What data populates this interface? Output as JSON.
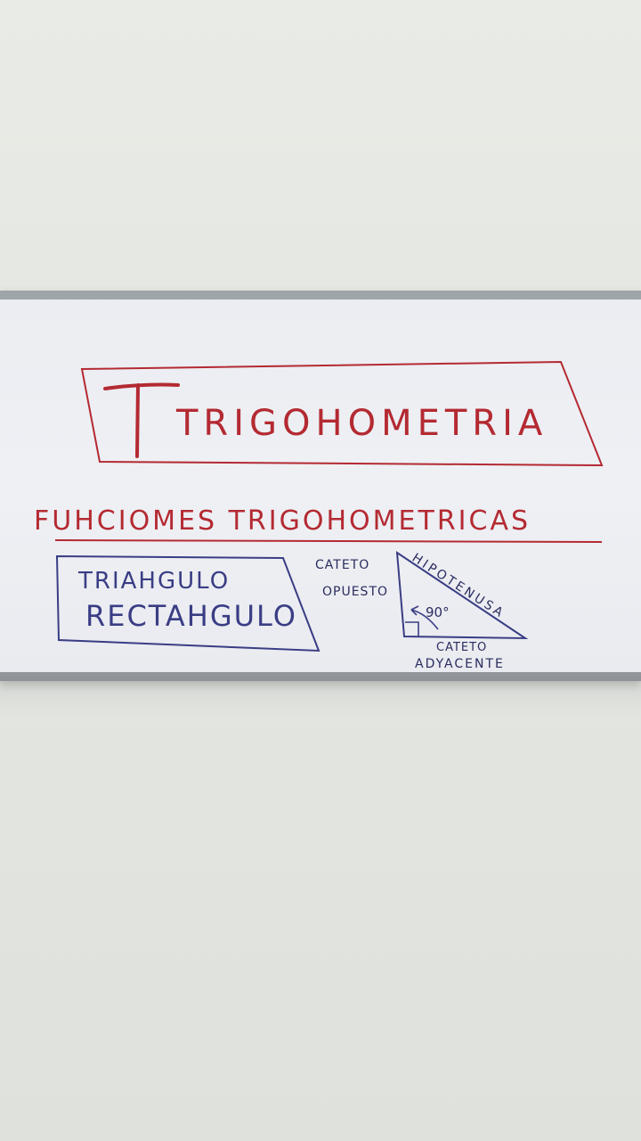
{
  "whiteboard": {
    "title": "TRIGOHOMETRIA",
    "subtitle": "FUHCIOMES TRIGOHOMETRICAS",
    "box_line1": "TRIAHGULO",
    "box_line2": "RECTAHGULO",
    "opposite_line1": "CATETO",
    "opposite_line2": "OPUESTO",
    "hypotenuse": "HIPOTENUSA",
    "angle": "90°",
    "adjacent_line1": "CATETO",
    "adjacent_line2": "ADYACENTE"
  },
  "colors": {
    "red_marker": "#b42a32",
    "blue_marker": "#3a3d84",
    "board": "#eef0f4",
    "wall": "#e6e8e3"
  }
}
